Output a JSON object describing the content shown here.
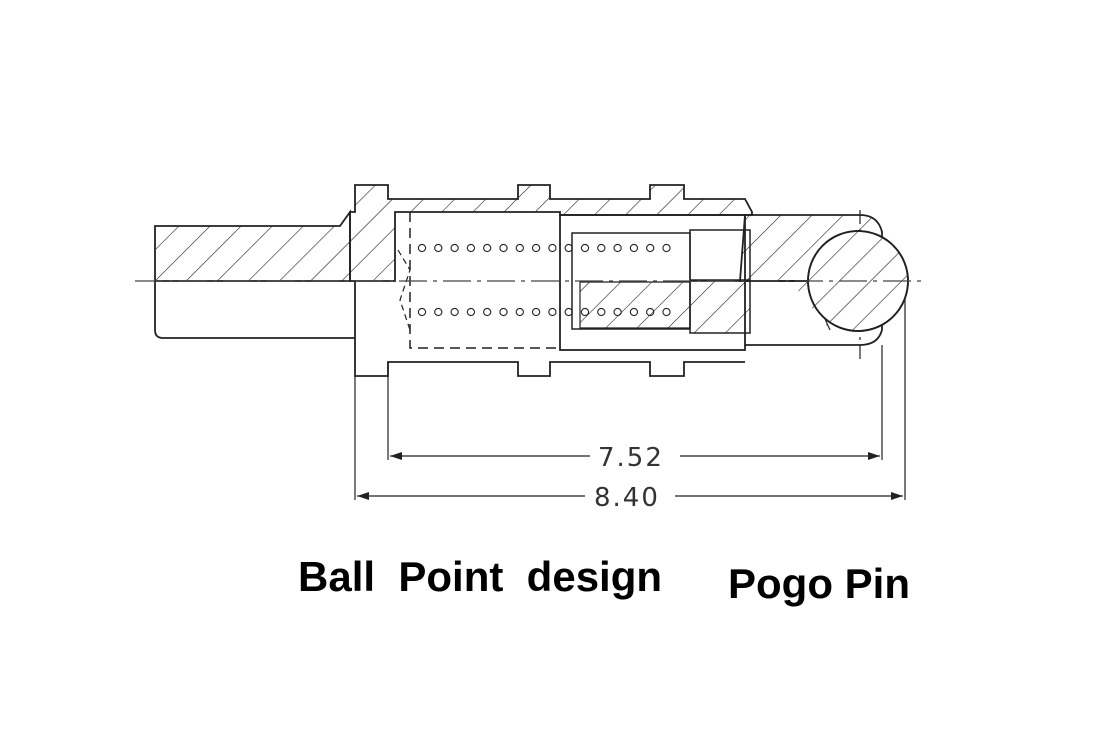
{
  "dimensions": {
    "inner": "7.52",
    "overall": "8.40"
  },
  "caption": {
    "part1": "Ball  Point  design",
    "part2": "Pogo Pin"
  },
  "colors": {
    "line": "#222222",
    "centerline": "#444444",
    "text": "#000000"
  }
}
